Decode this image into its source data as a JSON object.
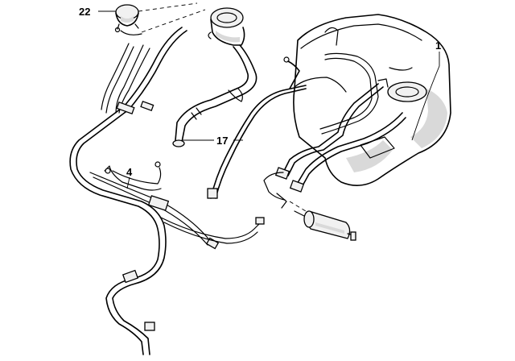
{
  "callouts": [
    {
      "id": "c22",
      "label": "22"
    },
    {
      "id": "c1",
      "label": "1"
    },
    {
      "id": "c4",
      "label": "4"
    },
    {
      "id": "c17",
      "label": "17"
    }
  ]
}
